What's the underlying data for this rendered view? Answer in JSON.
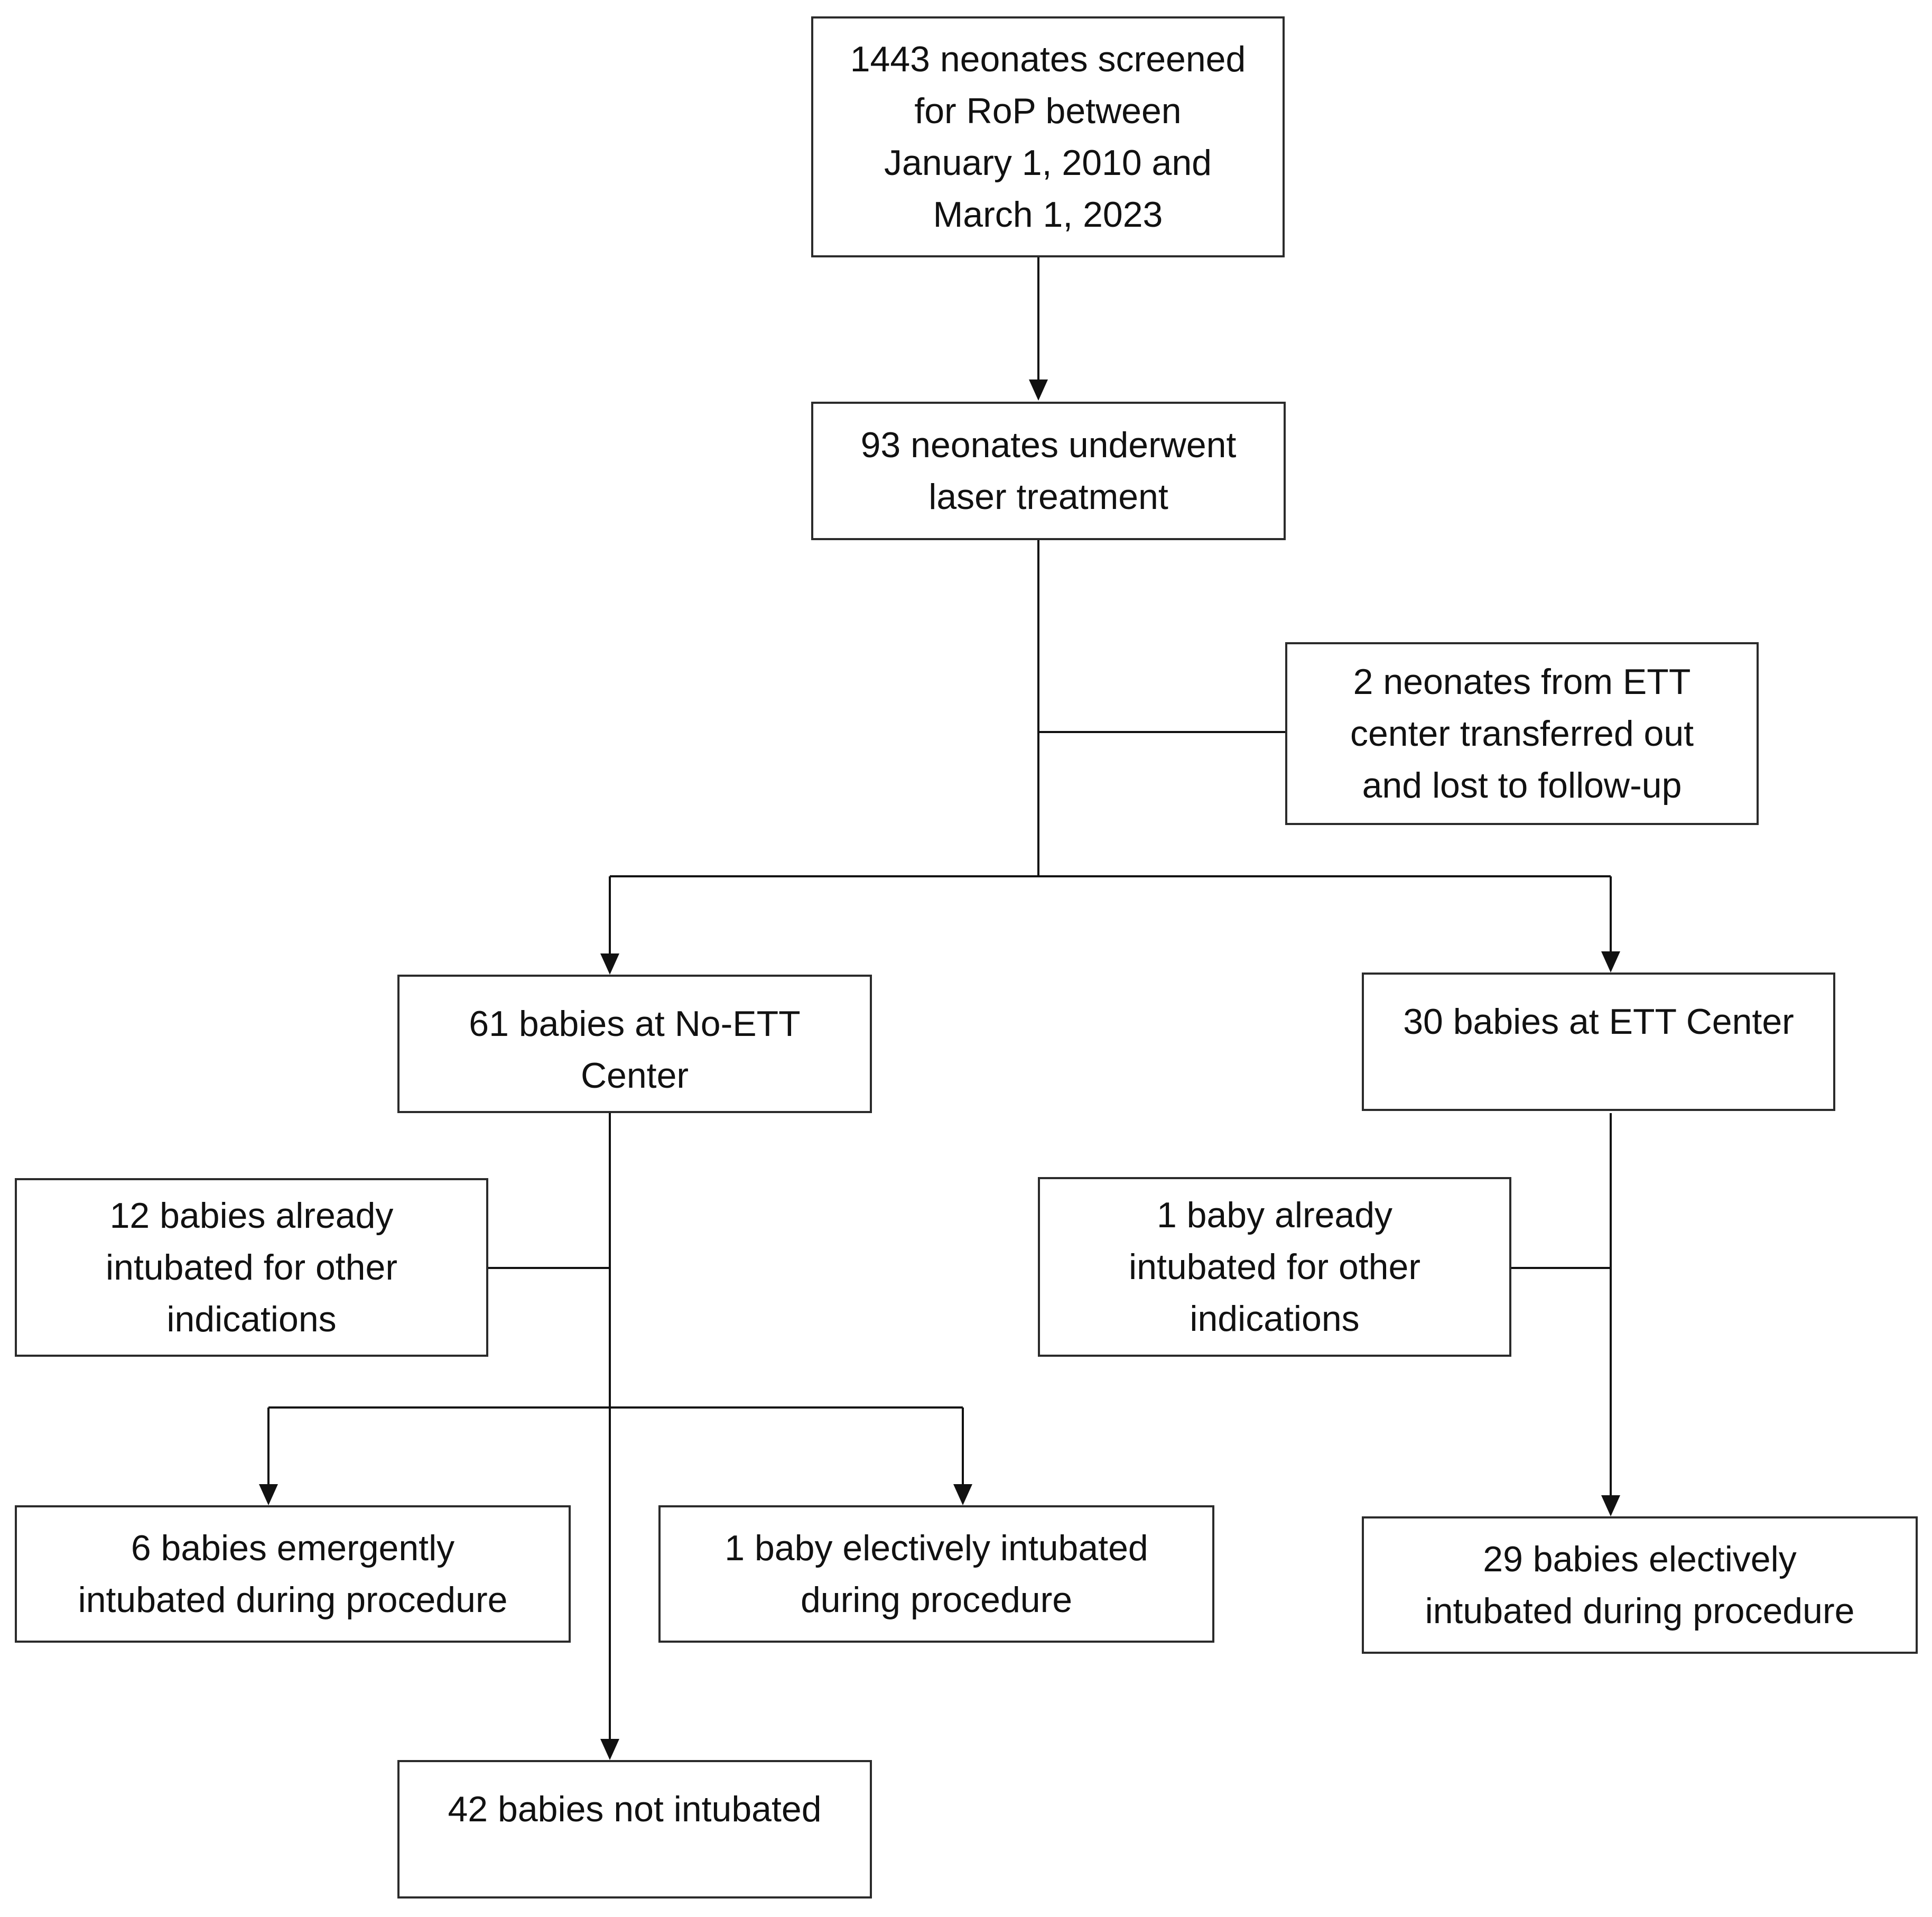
{
  "flowchart": {
    "screened": {
      "lines": [
        "1443 neonates screened",
        "for RoP between",
        "January 1, 2010 and",
        "March 1, 2023"
      ]
    },
    "laser": {
      "lines": [
        "93 neonates underwent",
        "laser treatment"
      ]
    },
    "lost": {
      "lines": [
        "2 neonates from ETT",
        "center transferred out",
        "and lost to follow-up"
      ]
    },
    "no_ett_center": {
      "lines": [
        "61 babies at No-ETT",
        "Center"
      ]
    },
    "ett_center": {
      "lines": [
        "30 babies at ETT Center"
      ]
    },
    "no_ett_already_intubated": {
      "lines": [
        "12 babies already",
        "intubated for other",
        "indications"
      ]
    },
    "ett_already_intubated": {
      "lines": [
        "1 baby already",
        "intubated for other",
        "indications"
      ]
    },
    "no_ett_emergent": {
      "lines": [
        "6 babies emergently",
        "intubated during procedure"
      ]
    },
    "no_ett_elective": {
      "lines": [
        "1 baby electively intubated",
        "during procedure"
      ]
    },
    "ett_elective": {
      "lines": [
        "29 babies electively",
        "intubated during procedure"
      ]
    },
    "no_ett_not_intubated": {
      "lines": [
        "42 babies not intubated"
      ]
    }
  }
}
